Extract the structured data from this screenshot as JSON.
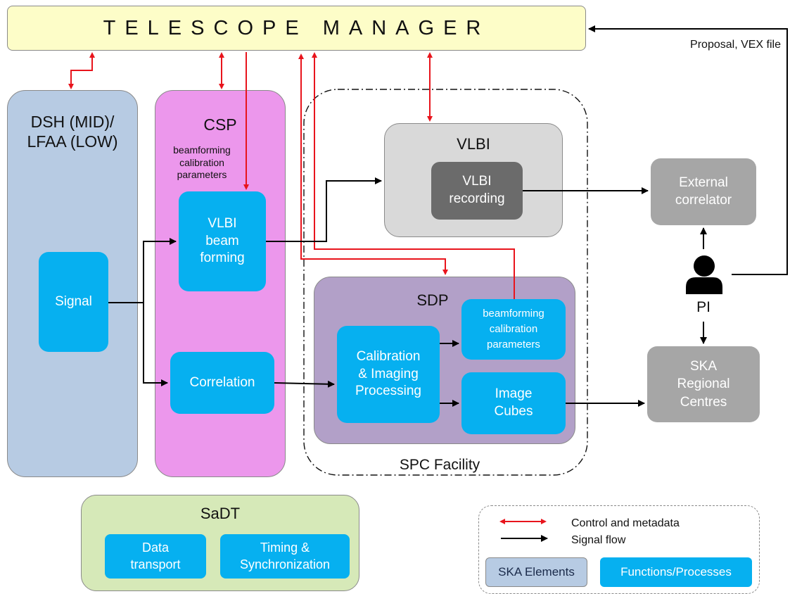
{
  "telescope_manager": "TELESCOPE MANAGER",
  "proposal_label": "Proposal, VEX file",
  "dsh_label": "DSH (MID)/\nLFAA (LOW)",
  "csp": {
    "title": "CSP",
    "params_label": "beamforming\ncalibration\nparameters",
    "vlbi_beamforming": "VLBI\nbeam\nforming",
    "correlation": "Correlation"
  },
  "signal": "Signal",
  "vlbi": {
    "title": "VLBI",
    "recording": "VLBI\nrecording"
  },
  "sdp": {
    "title": "SDP",
    "calibration_imaging": "Calibration\n& Imaging\nProcessing",
    "beamforming_params": "beamforming\ncalibration\nparameters",
    "image_cubes": "Image\nCubes"
  },
  "spc_facility": "SPC Facility",
  "external_correlator": "External\ncorrelator",
  "pi_label": "PI",
  "ska_regional_centres": "SKA\nRegional\nCentres",
  "sadt": {
    "title": "SaDT",
    "data_transport": "Data\ntransport",
    "timing_sync": "Timing &\nSynchronization"
  },
  "legend": {
    "control": "Control and metadata",
    "signal_flow": "Signal flow",
    "elements": "SKA Elements",
    "functions": "Functions/Processes"
  },
  "colors": {
    "control_arrow": "#e8141c",
    "signal_arrow": "#000000",
    "function_blue": "#06b0f0",
    "ska_element": "#b7cbe3",
    "csp_pink": "#ec97ec",
    "sdp_purple": "#b2a0c8",
    "sadt_green": "#d6e9b8",
    "tm_yellow": "#fdfdc8"
  }
}
